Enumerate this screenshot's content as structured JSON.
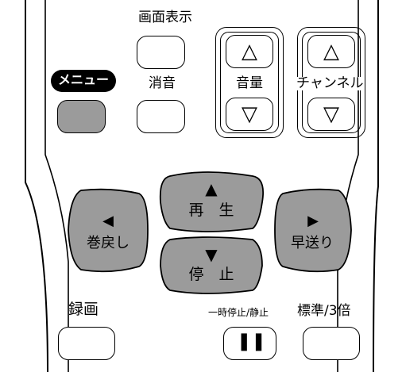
{
  "buttons": {
    "display": "画面表示",
    "menu": "メニュー",
    "mute": "消音",
    "volume": "音量",
    "channel": "チャンネル",
    "play": "再　生",
    "stop": "停　止",
    "rewind": "巻戻し",
    "fast_forward": "早送り",
    "record": "録画",
    "pause": "一時停止/静止",
    "mode": "標準/3倍"
  },
  "glyphs": {
    "up_outline": "△",
    "down_outline": "▽",
    "up_solid": "▲",
    "down_solid": "▼",
    "left_solid": "◀",
    "right_solid": "▶",
    "pause_bars": "❚❚"
  },
  "colors": {
    "grey_button": "#9b9b9b",
    "outline": "#000000",
    "background": "#ffffff"
  }
}
